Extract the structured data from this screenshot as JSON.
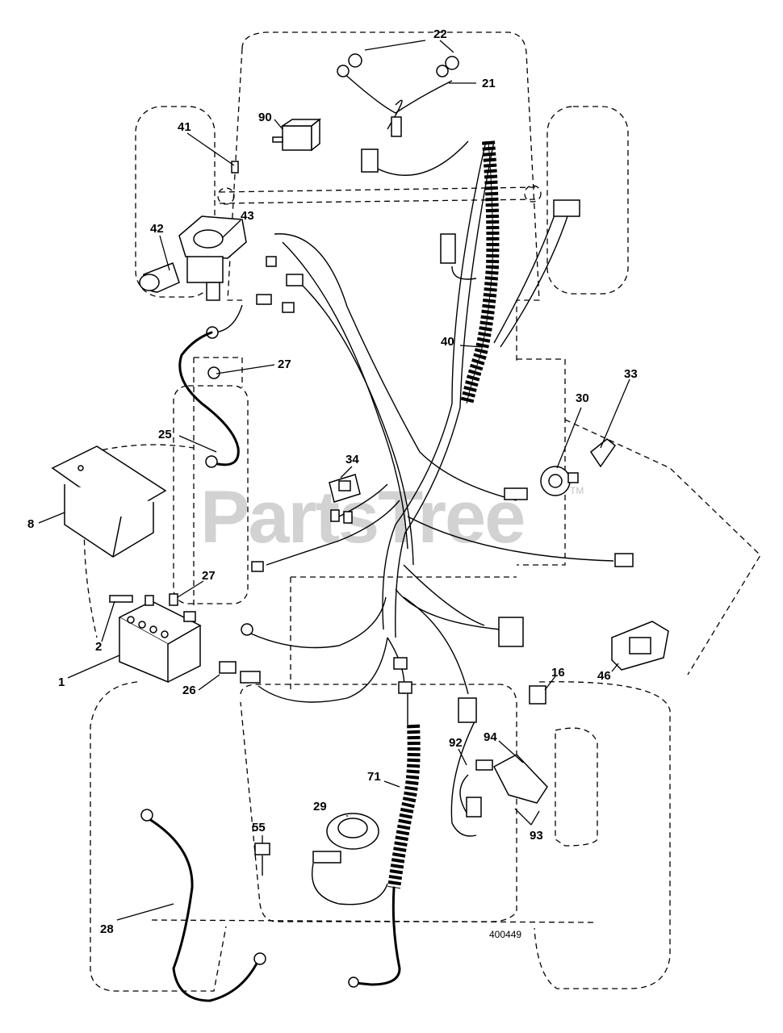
{
  "watermark": {
    "text": "PartsTree",
    "trademark": "TM"
  },
  "drawing_number": "400449",
  "callouts": [
    {
      "id": "c22",
      "label": "22",
      "part": "headlight-bulb"
    },
    {
      "id": "c21",
      "label": "21",
      "part": "headlight-harness"
    },
    {
      "id": "c90",
      "label": "90",
      "part": "relay"
    },
    {
      "id": "c41",
      "label": "41",
      "part": "screw"
    },
    {
      "id": "c43",
      "label": "43",
      "part": "starter-solenoid"
    },
    {
      "id": "c42",
      "label": "42",
      "part": "boot"
    },
    {
      "id": "c40",
      "label": "40",
      "part": "main-wire-harness"
    },
    {
      "id": "c27a",
      "label": "27",
      "part": "nut"
    },
    {
      "id": "c33",
      "label": "33",
      "part": "seat-switch"
    },
    {
      "id": "c30",
      "label": "30",
      "part": "ignition-switch"
    },
    {
      "id": "c25",
      "label": "25",
      "part": "solenoid-cable"
    },
    {
      "id": "c34",
      "label": "34",
      "part": "light-switch"
    },
    {
      "id": "c8",
      "label": "8",
      "part": "battery-box"
    },
    {
      "id": "c27b",
      "label": "27",
      "part": "nut"
    },
    {
      "id": "c2",
      "label": "2",
      "part": "bolt"
    },
    {
      "id": "c1",
      "label": "1",
      "part": "battery"
    },
    {
      "id": "c26",
      "label": "26",
      "part": "fuse"
    },
    {
      "id": "c16",
      "label": "16",
      "part": "clip"
    },
    {
      "id": "c46",
      "label": "46",
      "part": "ammeter"
    },
    {
      "id": "c94",
      "label": "94",
      "part": "interlock-switch"
    },
    {
      "id": "c92",
      "label": "92",
      "part": "harness-adapter"
    },
    {
      "id": "c71",
      "label": "71",
      "part": "ground-wire"
    },
    {
      "id": "c29",
      "label": "29",
      "part": "diode-plug"
    },
    {
      "id": "c55",
      "label": "55",
      "part": "ground-screw"
    },
    {
      "id": "c93",
      "label": "93",
      "part": "screw"
    },
    {
      "id": "c28",
      "label": "28",
      "part": "battery-ground-cable"
    }
  ]
}
